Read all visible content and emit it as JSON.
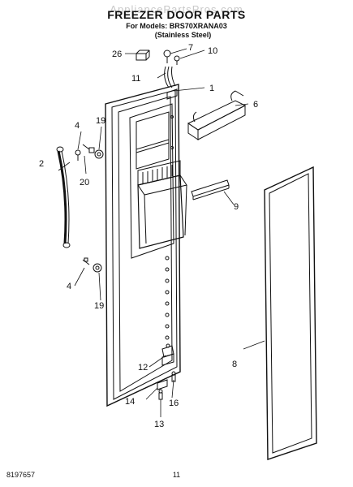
{
  "header": {
    "watermark": "AppliancePartsPros.com",
    "title": "FREEZER DOOR PARTS",
    "models_line": "For Models: BRS70XRANA03",
    "variant_line": "(Stainless Steel)"
  },
  "callouts": {
    "c1": "1",
    "c2": "2",
    "c4a": "4",
    "c4b": "4",
    "c6": "6",
    "c7": "7",
    "c8": "8",
    "c9": "9",
    "c10": "10",
    "c11": "11",
    "c12": "12",
    "c13": "13",
    "c14": "14",
    "c16": "16",
    "c19a": "19",
    "c19b": "19",
    "c20": "20",
    "c26": "26"
  },
  "footer": {
    "part_number": "8197657",
    "page_number": "11"
  }
}
